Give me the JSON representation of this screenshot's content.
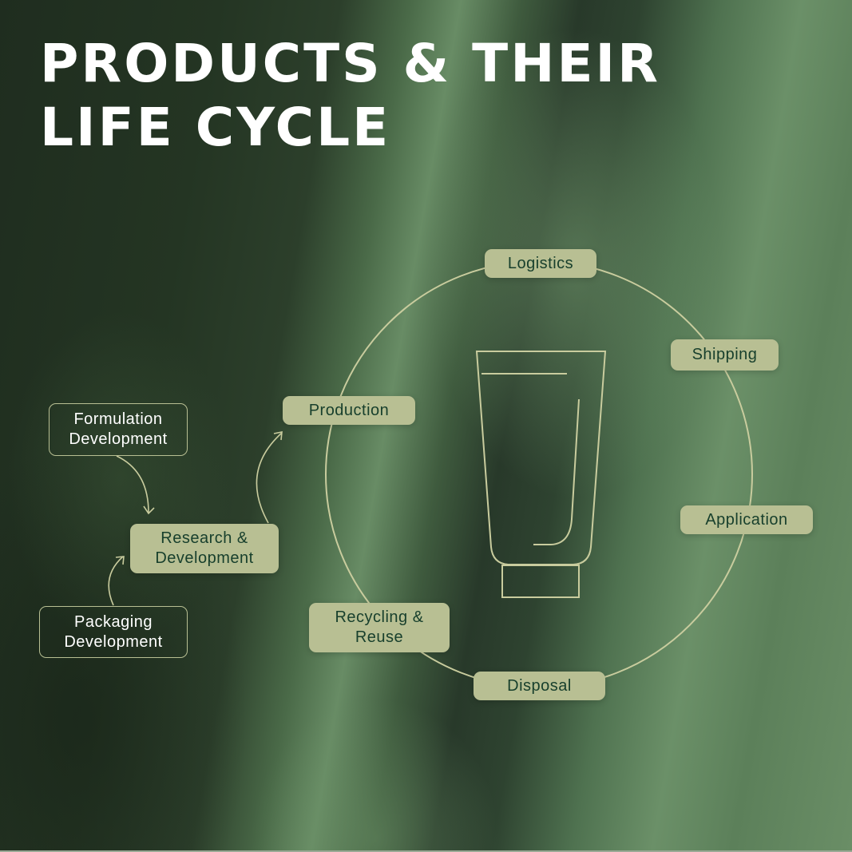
{
  "title": {
    "line1": "PRODUCTS & THEIR",
    "line2": "LIFE CYCLE"
  },
  "colors": {
    "node_fill": "#b8bf93",
    "node_text": "#173f2c",
    "line": "#c9cc9e",
    "title": "#ffffff"
  },
  "pre_production": {
    "inputs": [
      {
        "label_line1": "Formulation",
        "label_line2": "Development"
      },
      {
        "label_line1": "Packaging",
        "label_line2": "Development"
      }
    ],
    "hub": {
      "label_line1": "Research &",
      "label_line2": "Development"
    }
  },
  "cycle": {
    "center_icon": "product-tube-icon",
    "stages": [
      {
        "label": "Production"
      },
      {
        "label": "Logistics"
      },
      {
        "label": "Shipping"
      },
      {
        "label": "Application"
      },
      {
        "label": "Disposal"
      },
      {
        "label_line1": "Recycling &",
        "label_line2": "Reuse"
      }
    ]
  }
}
